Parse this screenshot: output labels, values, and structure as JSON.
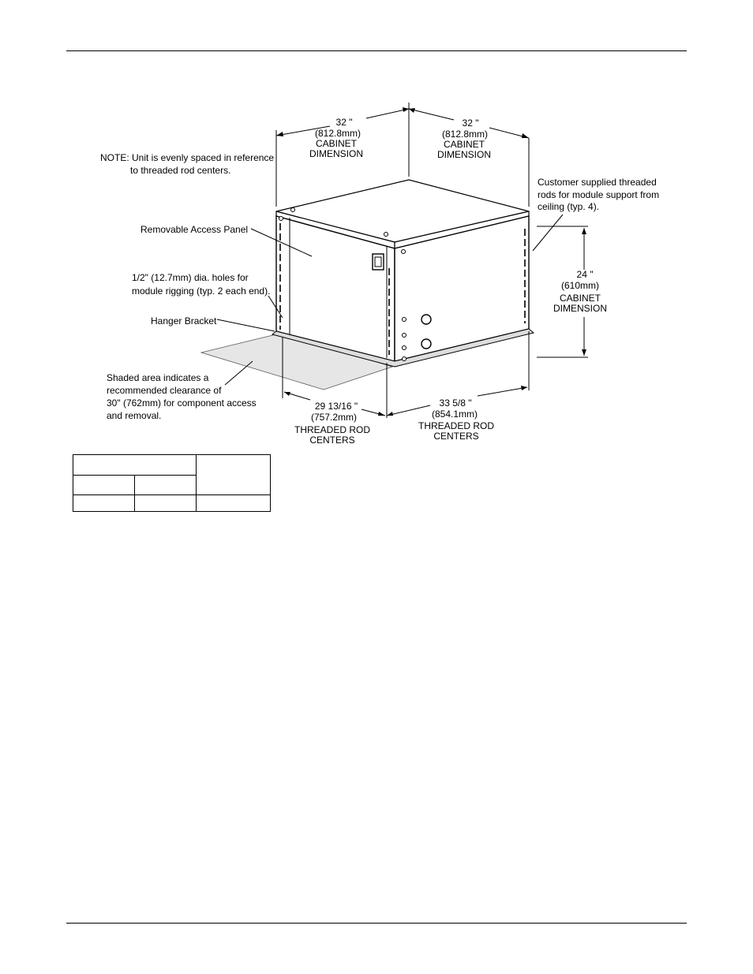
{
  "labels": {
    "note": [
      "NOTE: Unit is evenly spaced in reference",
      "to threaded rod centers."
    ],
    "access_panel": "Removable Access Panel",
    "holes": [
      "1/2\" (12.7mm) dia. holes for",
      "module rigging (typ. 2 each end)."
    ],
    "hanger": "Hanger Bracket",
    "shaded": [
      "Shaded area indicates a",
      "recommended clearance of",
      "30\" (762mm)  for component access",
      "and removal."
    ],
    "customer": [
      "Customer supplied threaded",
      "rods for module support from",
      "ceiling (typ. 4)."
    ]
  },
  "dimensions": {
    "cabinet_left": [
      "32  \"",
      "(812.8mm)",
      "CABINET",
      "DIMENSION"
    ],
    "cabinet_right": [
      "32  \"",
      "(812.8mm)",
      "CABINET",
      "DIMENSION"
    ],
    "height": [
      "24  \"",
      "(610mm)",
      "CABINET",
      "DIMENSION"
    ],
    "rod_left": [
      "29 13/16  \"",
      "(757.2mm)",
      "THREADED ROD",
      "CENTERS"
    ],
    "rod_right": [
      "33 5/8  \"",
      "(854.1mm)",
      "THREADED ROD",
      "CENTERS"
    ]
  }
}
